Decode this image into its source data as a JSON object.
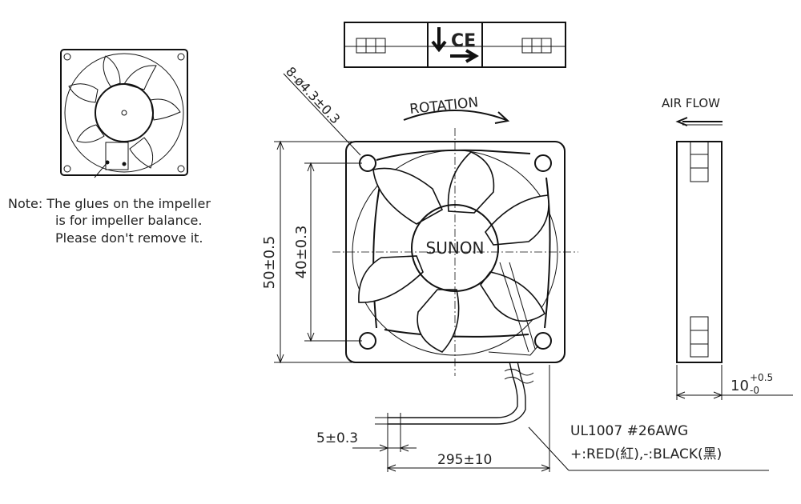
{
  "note": {
    "line1": "Note: The glues on the impeller",
    "line2": "is for impeller balance.",
    "line3": "Please don't remove it."
  },
  "labels": {
    "rotation": "ROTATION",
    "air_flow": "AIR FLOW",
    "brand": "SUNON",
    "hole_spec": "8-ø4.3±0.3",
    "height_total": "50±0.5",
    "hole_pitch": "40±0.3",
    "thickness": "10",
    "thickness_tol_upper": "+0.5",
    "thickness_tol_lower": "-0",
    "strip_length": "5±0.3",
    "wire_length": "295±10",
    "wire_spec": "UL1007 #26AWG",
    "wire_colors": "+:RED(紅),-:BLACK(黑)"
  },
  "label_marks": {
    "ce": "CE"
  }
}
